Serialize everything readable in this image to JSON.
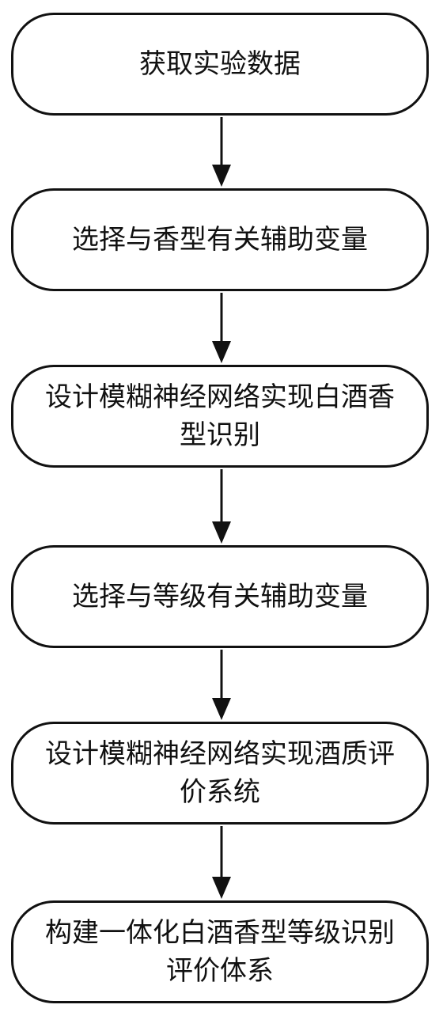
{
  "flowchart": {
    "steps": [
      {
        "label": "获取实验数据"
      },
      {
        "label": "选择与香型有关辅助变量"
      },
      {
        "label": "设计模糊神经网络实现白酒香型识别"
      },
      {
        "label": "选择与等级有关辅助变量"
      },
      {
        "label": "设计模糊神经网络实现酒质评价系统"
      },
      {
        "label": "构建一体化白酒香型等级识别评价体系"
      }
    ],
    "colors": {
      "stroke": "#111111",
      "background": "#ffffff",
      "text": "#111111"
    }
  }
}
